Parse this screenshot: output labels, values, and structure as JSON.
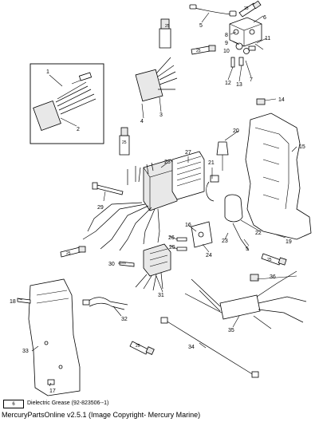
{
  "callouts": [
    {
      "id": "1",
      "label": "1"
    },
    {
      "id": "2",
      "label": "2"
    },
    {
      "id": "3",
      "label": "3"
    },
    {
      "id": "4",
      "label": "4"
    },
    {
      "id": "5a",
      "label": "5"
    },
    {
      "id": "6",
      "label": "6"
    },
    {
      "id": "7",
      "label": "7"
    },
    {
      "id": "8",
      "label": "8"
    },
    {
      "id": "9",
      "label": "9"
    },
    {
      "id": "10",
      "label": "10"
    },
    {
      "id": "11",
      "label": "11"
    },
    {
      "id": "12",
      "label": "12"
    },
    {
      "id": "13",
      "label": "13"
    },
    {
      "id": "14",
      "label": "14"
    },
    {
      "id": "15",
      "label": "15"
    },
    {
      "id": "16",
      "label": "16"
    },
    {
      "id": "17",
      "label": "17"
    },
    {
      "id": "18",
      "label": "18"
    },
    {
      "id": "19",
      "label": "19"
    },
    {
      "id": "20",
      "label": "20"
    },
    {
      "id": "21",
      "label": "21"
    },
    {
      "id": "22",
      "label": "22"
    },
    {
      "id": "23",
      "label": "23"
    },
    {
      "id": "24",
      "label": "24"
    },
    {
      "id": "25",
      "label": "25"
    },
    {
      "id": "26",
      "label": "26"
    },
    {
      "id": "27",
      "label": "27"
    },
    {
      "id": "28",
      "label": "28"
    },
    {
      "id": "29",
      "label": "29"
    },
    {
      "id": "30",
      "label": "30"
    },
    {
      "id": "31",
      "label": "31"
    },
    {
      "id": "32",
      "label": "32"
    },
    {
      "id": "33",
      "label": "33"
    },
    {
      "id": "34",
      "label": "34"
    },
    {
      "id": "35",
      "label": "35"
    },
    {
      "id": "36",
      "label": "36"
    },
    {
      "id": "5b",
      "label": "5"
    }
  ],
  "tube_label": "25",
  "legend": {
    "symbol": "6",
    "text": "Dielectric Grease (92-823506--1)"
  },
  "copyright": "MercuryPartsOnline v2.5.1 (Image Copyright- Mercury Marine)"
}
